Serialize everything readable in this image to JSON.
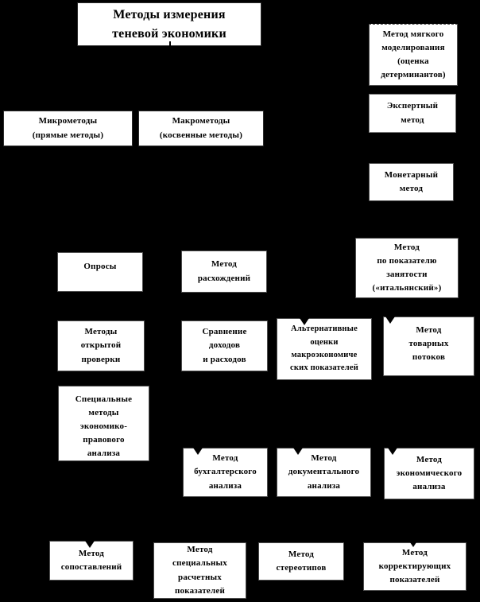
{
  "diagram": {
    "title": "Методы измерения\nтеневой экономики",
    "boxes": {
      "soft_modeling": "Метод мягкого\nмоделирования\n(оценка\nдетерминантов)",
      "expert": "Экспертный\nметод",
      "monetary": "Монетарный\nметод",
      "micromethods": "Микрометоды\n(прямые методы)",
      "macromethods": "Макрометоды\n(косвенные методы)",
      "surveys": "Опросы",
      "discrepancy": "Метод\nрасхождений",
      "employment": "Метод\nпо показателю\nзанятости\n(«итальянский»)",
      "open_check": "Методы\nоткрытой\nпроверки",
      "income_expense": "Сравнение\nдоходов\nи расходов",
      "alternative_estimates": "Альтернативные\nоценки\nмакроэкономиче\nских показателей",
      "commodity_flows": "Метод\nтоварных\nпотоков",
      "special_legal": "Специальные\nметоды\nэкономико-\nправового\nанализа",
      "accounting_analysis": "Метод\nбухгалтерского\nанализа",
      "documentary_analysis": "Метод\nдокументального\nанализа",
      "economic_analysis": "Метод\nэкономического\nанализа",
      "comparison": "Метод\nсопоставлений",
      "special_calculated": "Метод\nспециальных\nрасчетных\nпоказателей",
      "stereotypes": "Метод\nстереотипов",
      "correcting_indicators": "Метод\nкорректирующих\nпоказателей"
    },
    "colors": {
      "background": "#000000",
      "box_fill": "#ffffff",
      "box_border": "#4d4d4d",
      "text": "#000000"
    }
  }
}
